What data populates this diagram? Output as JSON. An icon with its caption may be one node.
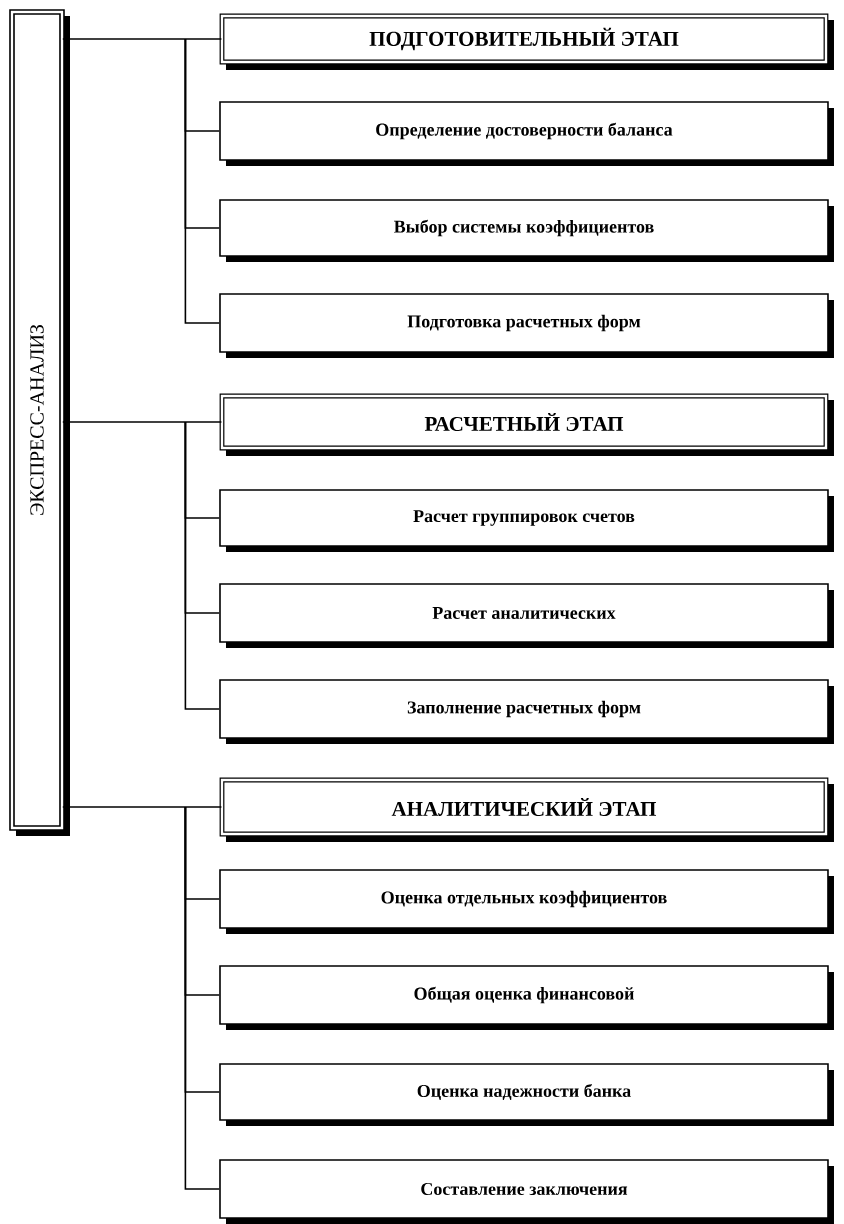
{
  "diagram": {
    "nodes": [
      {
        "text": [
          "ЭКСПРЕСС-АНАЛИЗ"
        ]
      },
      {
        "text": [
          "ПОДГОТОВИТЕЛЬНЫЙ ЭТАП"
        ]
      },
      {
        "text": [
          "Определение достоверности баланса"
        ]
      },
      {
        "text": [
          "Выбор системы коэффициентов"
        ]
      },
      {
        "text": [
          "Подготовка расчетных форм"
        ]
      },
      {
        "text": [
          "РАСЧЕТНЫЙ ЭТАП"
        ]
      },
      {
        "text": [
          "Расчет группировок счетов"
        ]
      },
      {
        "text": [
          "Расчет аналитических"
        ]
      },
      {
        "text": [
          "Заполнение расчетных форм"
        ]
      },
      {
        "text": [
          "АНАЛИТИЧЕСКИЙ ЭТАП"
        ]
      },
      {
        "text": [
          "Оценка отдельных коэффициентов"
        ]
      },
      {
        "text": [
          "Общая оценка финансовой"
        ]
      },
      {
        "text": [
          "Оценка надежности банка"
        ]
      },
      {
        "text": [
          "Составление заключения"
        ]
      }
    ],
    "edges": [
      {
        "from": 0,
        "to": 1,
        "arrow": "none"
      },
      {
        "from": 1,
        "to": 2,
        "arrow": "none"
      },
      {
        "from": 1,
        "to": 3,
        "arrow": "none"
      },
      {
        "from": 1,
        "to": 4,
        "arrow": "none"
      },
      {
        "from": 0,
        "to": 5,
        "arrow": "none"
      },
      {
        "from": 5,
        "to": 6,
        "arrow": "none"
      },
      {
        "from": 5,
        "to": 7,
        "arrow": "none"
      },
      {
        "from": 5,
        "to": 8,
        "arrow": "none"
      },
      {
        "from": 0,
        "to": 9,
        "arrow": "none"
      },
      {
        "from": 9,
        "to": 10,
        "arrow": "none"
      },
      {
        "from": 9,
        "to": 11,
        "arrow": "none"
      },
      {
        "from": 9,
        "to": 12,
        "arrow": "none"
      },
      {
        "from": 9,
        "to": 13,
        "arrow": "none"
      }
    ]
  }
}
